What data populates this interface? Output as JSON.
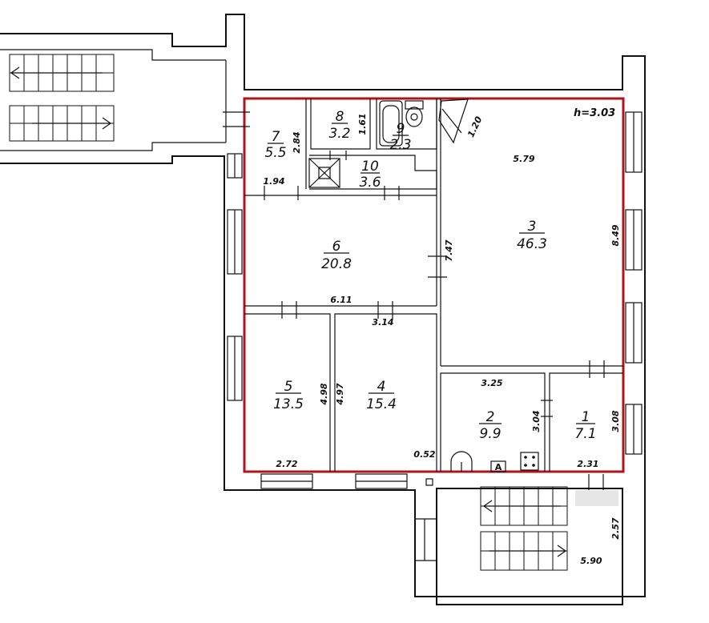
{
  "ceiling_height": "h=3.03",
  "rooms": [
    {
      "id": "1",
      "number": "1",
      "area": "7.1"
    },
    {
      "id": "2",
      "number": "2",
      "area": "9.9"
    },
    {
      "id": "3",
      "number": "3",
      "area": "46.3"
    },
    {
      "id": "4",
      "number": "4",
      "area": "15.4"
    },
    {
      "id": "5",
      "number": "5",
      "area": "13.5"
    },
    {
      "id": "6",
      "number": "6",
      "area": "20.8"
    },
    {
      "id": "7",
      "number": "7",
      "area": "5.5"
    },
    {
      "id": "8",
      "number": "8",
      "area": "3.2"
    },
    {
      "id": "9",
      "number": "9",
      "area": "2.3"
    },
    {
      "id": "10",
      "number": "10",
      "area": "3.6"
    }
  ],
  "dimensions": {
    "d_2_84": "2.84",
    "d_1_94": "1.94",
    "d_1_61": "1.61",
    "d_1_20": "1.20",
    "d_5_79": "5.79",
    "d_8_49": "8.49",
    "d_7_47": "7.47",
    "d_6_11": "6.11",
    "d_3_14": "3.14",
    "d_4_98": "4.98",
    "d_4_97": "4.97",
    "d_2_72": "2.72",
    "d_0_52": "0.52",
    "d_3_25": "3.25",
    "d_3_04": "3.04",
    "d_3_08": "3.08",
    "d_2_31": "2.31",
    "d_2_57": "2.57",
    "d_5_90": "5.90"
  },
  "fixtures": {
    "stove_letter": "A"
  },
  "icons": {
    "stair_arrow": "stair-arrow-icon",
    "ventilation": "ventilation-shaft-icon",
    "bathtub": "bathtub-icon",
    "toilet": "toilet-icon",
    "sink": "sink-icon",
    "stove": "stove-icon"
  }
}
